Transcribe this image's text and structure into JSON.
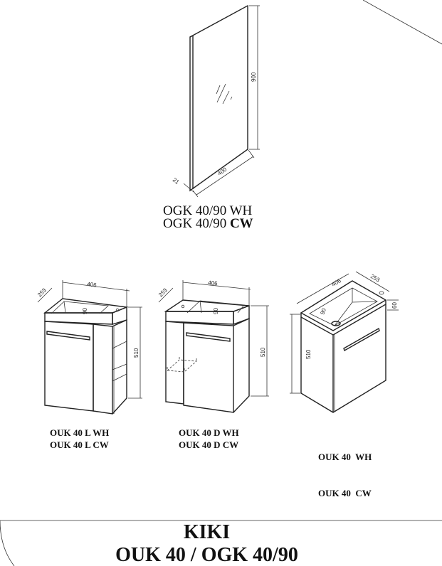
{
  "mirror": {
    "dims": {
      "height": "900",
      "width": "400",
      "depth": "21"
    },
    "models": [
      "OGK 40/90 WH",
      "OGK 40/90"
    ],
    "models_bold_suffix": "CW"
  },
  "cabinets": [
    {
      "dims": {
        "width": "406",
        "depth": "253",
        "height": "510",
        "basin": "90"
      },
      "models": [
        "OUK 40 L WH",
        "OUK 40 L CW"
      ]
    },
    {
      "dims": {
        "width": "406",
        "depth": "253",
        "height": "510",
        "basin": "90"
      },
      "models": [
        "OUK 40 D WH",
        "OUK 40 D CW"
      ]
    },
    {
      "dims": {
        "width": "406",
        "depth": "253",
        "height": "510",
        "basin": "90",
        "top": "60"
      },
      "models": [
        "OUK 40  WH",
        "OUK 40  CW"
      ]
    }
  ],
  "footer": {
    "title": "KIKI",
    "subtitle": "OUK 40 / OGK 40/90"
  }
}
